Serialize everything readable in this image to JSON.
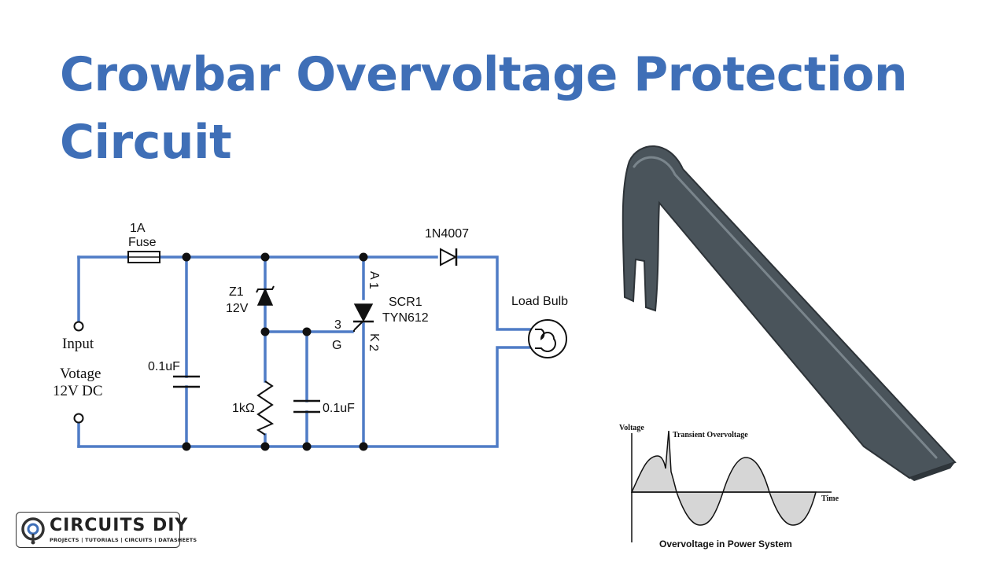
{
  "title": "Crowbar Overvoltage Protection Circuit",
  "circuit": {
    "fuse_rating": "1A",
    "fuse_label": "Fuse",
    "diode_label": "1N4007",
    "zener_name": "Z1",
    "zener_voltage": "12V",
    "scr_name": "SCR1",
    "scr_part": "TYN612",
    "scr_pin_anode_num": "1",
    "scr_pin_anode": "A",
    "scr_pin_gate_num": "3",
    "scr_pin_gate": "G",
    "scr_pin_cathode_num": "2",
    "scr_pin_cathode": "K",
    "load_label": "Load Bulb",
    "input_label": "Input",
    "voltage_label_1": "Votage",
    "voltage_label_2": "12V DC",
    "cap1_label": "0.1uF",
    "cap2_label": "0.1uF",
    "resistor_label": "1kΩ"
  },
  "graph": {
    "y_axis_label": "Voltage",
    "x_axis_label": "Time",
    "spike_label": "Transient Overvoltage",
    "caption": "Overvoltage in Power System"
  },
  "logo": {
    "brand": "CIRCUITS DIY",
    "tagline": "PROJECTS | TUTORIALS | CIRCUITS | DATASHEETS"
  },
  "colors": {
    "title": "#3f6fb7",
    "wire": "#4f7cc6",
    "crowbar": "#4a545b",
    "graph_fill": "#d6d6d6"
  }
}
